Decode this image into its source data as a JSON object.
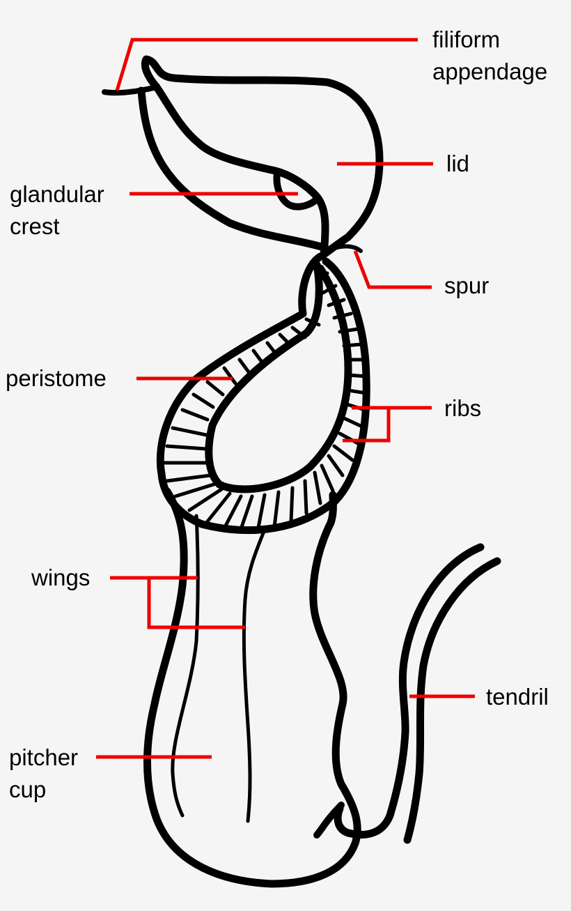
{
  "diagram": {
    "colors": {
      "background": "#f5f5f5",
      "outline": "#000000",
      "leader": "#ee0000"
    },
    "labels": {
      "filiform_appendage": [
        "filiform",
        "appendage"
      ],
      "lid": "lid",
      "glandular_crest": [
        "glandular",
        "crest"
      ],
      "spur": "spur",
      "peristome": "peristome",
      "ribs": "ribs",
      "wings": "wings",
      "tendril": "tendril",
      "pitcher_cup": [
        "pitcher",
        "cup"
      ]
    }
  }
}
